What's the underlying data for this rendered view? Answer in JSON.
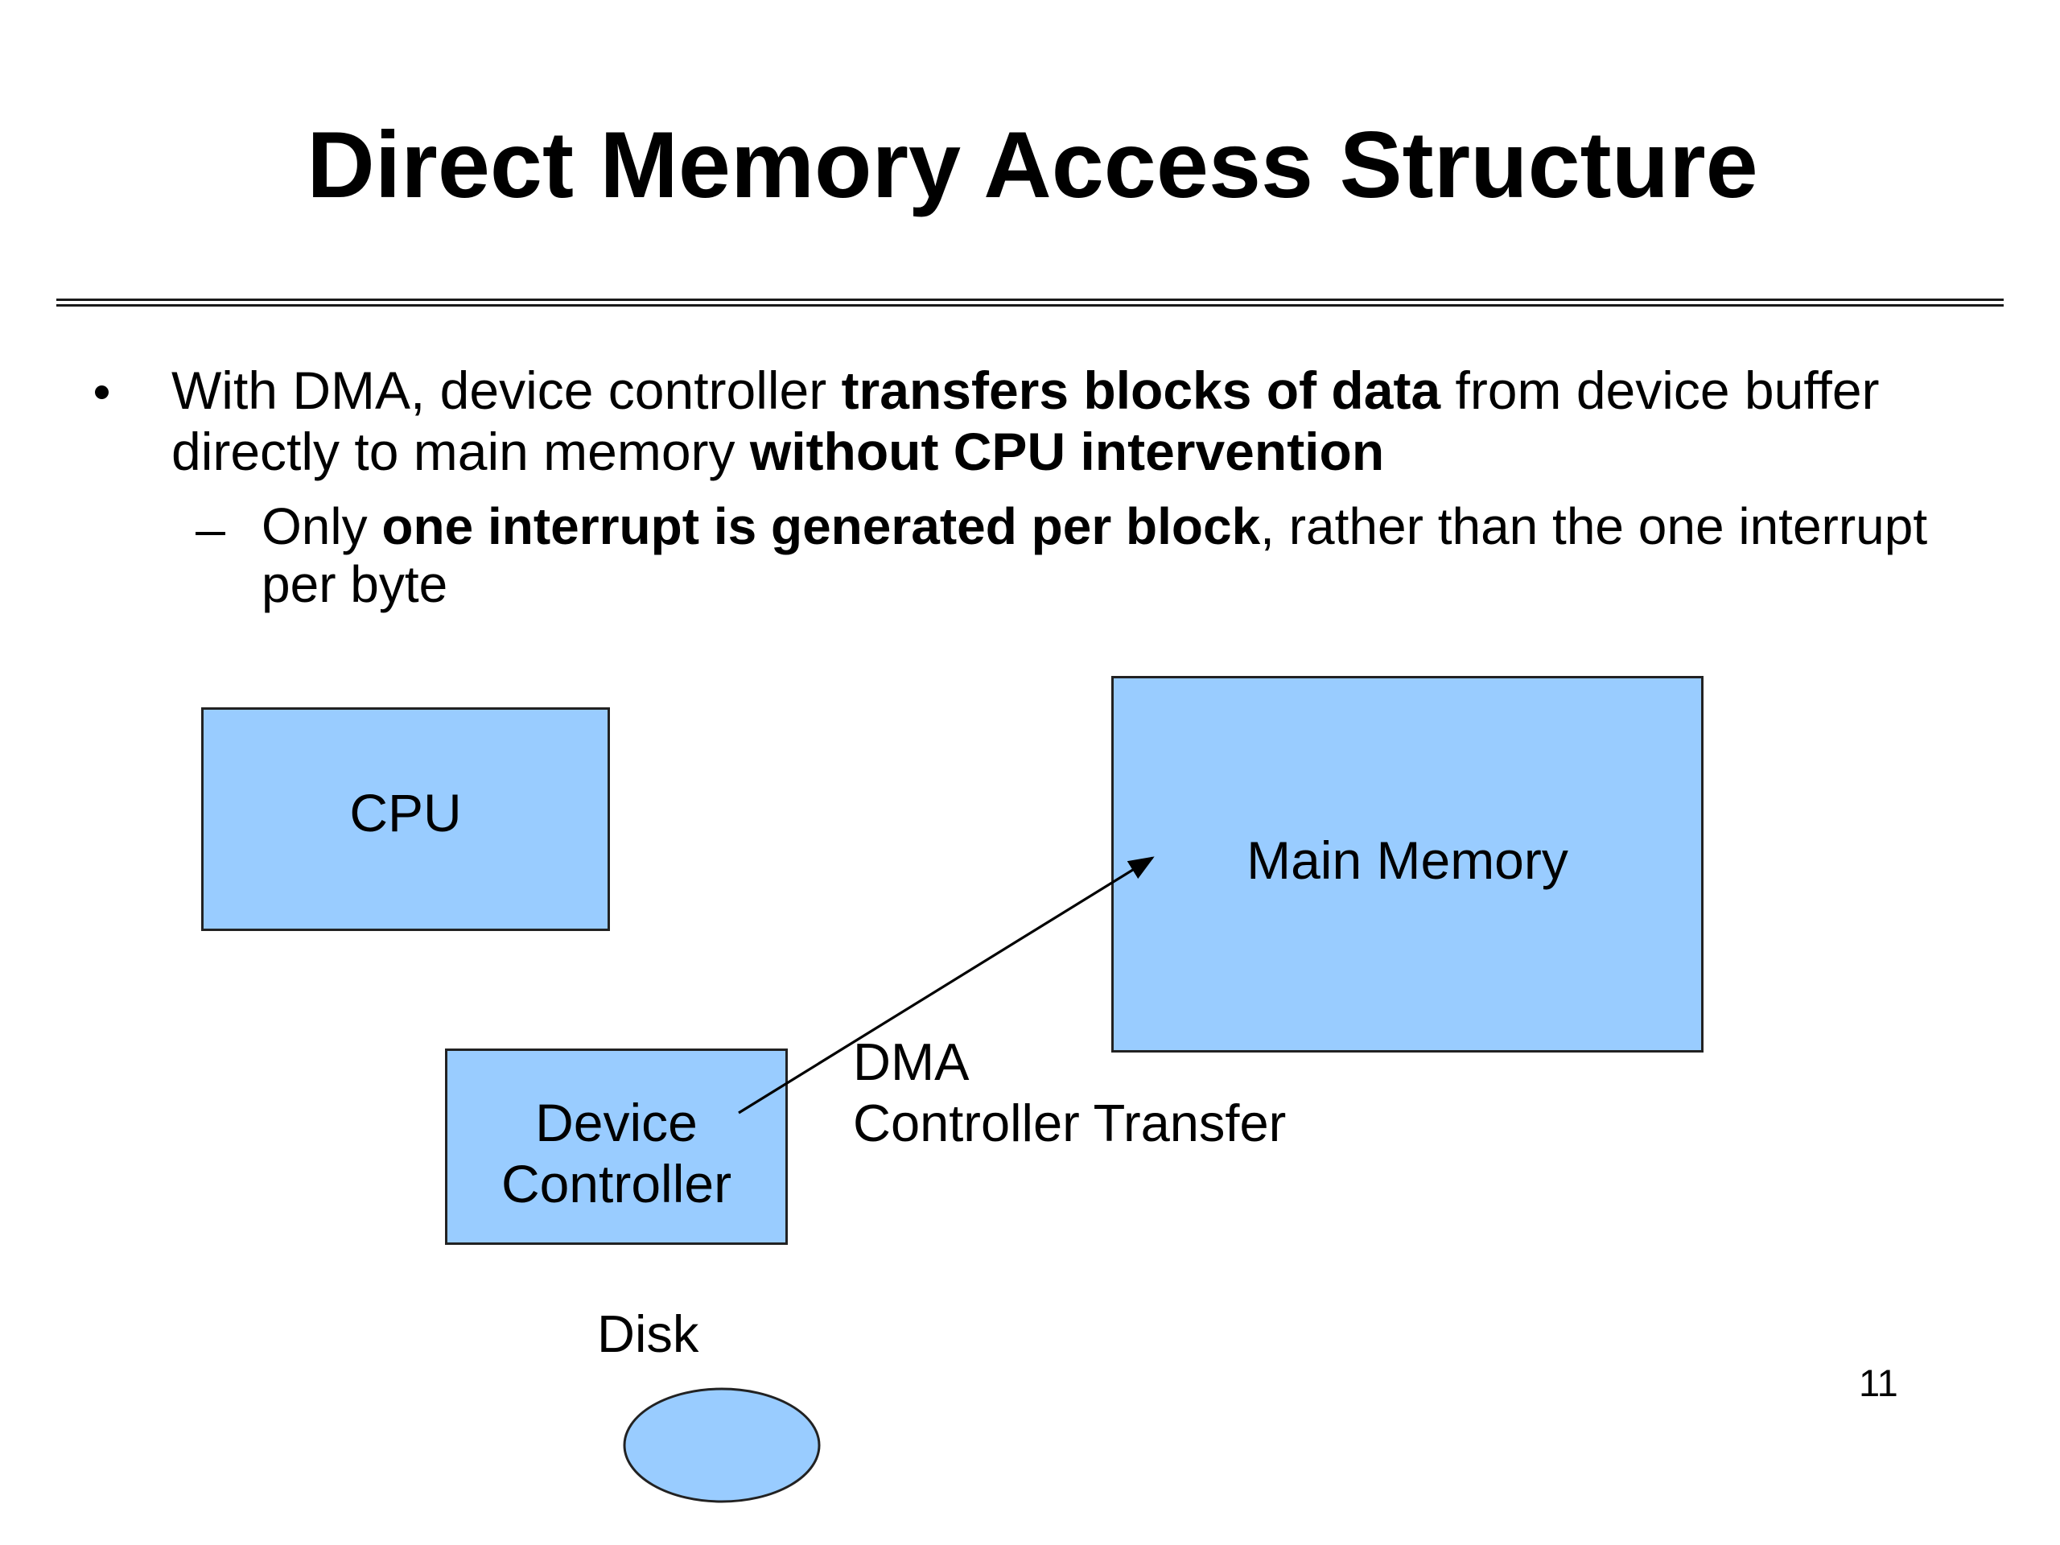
{
  "slide": {
    "title": "Direct Memory Access Structure",
    "page_number": "11"
  },
  "bullets": [
    {
      "level": 1,
      "marker": "bullet",
      "segments": [
        {
          "text": "With DMA, device controller ",
          "bold": false
        },
        {
          "text": "transfers blocks of data",
          "bold": true
        },
        {
          "text": " from device buffer",
          "bold": false
        },
        {
          "text": "directly to main memory ",
          "bold": false,
          "newline_before": true
        },
        {
          "text": "without CPU intervention",
          "bold": true
        }
      ]
    },
    {
      "level": 2,
      "marker": "dash",
      "segments": [
        {
          "text": "Only ",
          "bold": false
        },
        {
          "text": "one interrupt is generated per block",
          "bold": true
        },
        {
          "text": ", rather than the one interrupt",
          "bold": false
        },
        {
          "text": "per byte",
          "bold": false,
          "newline_before": true
        }
      ]
    }
  ],
  "diagram": {
    "nodes": {
      "cpu": {
        "label": "CPU",
        "shape": "rectangle"
      },
      "main_memory": {
        "label": "Main Memory",
        "shape": "rectangle"
      },
      "device_controller": {
        "label_line1": "Device",
        "label_line2": "Controller",
        "shape": "rectangle"
      },
      "disk": {
        "label": "Disk",
        "shape": "ellipse"
      }
    },
    "edges": [
      {
        "from": "device_controller",
        "to": "main_memory",
        "label_line1": "DMA",
        "label_line2": "Controller Transfer",
        "style": "arrow"
      }
    ],
    "colors": {
      "node_fill": "#99ccff",
      "node_stroke": "#222222",
      "text": "#000000"
    }
  }
}
